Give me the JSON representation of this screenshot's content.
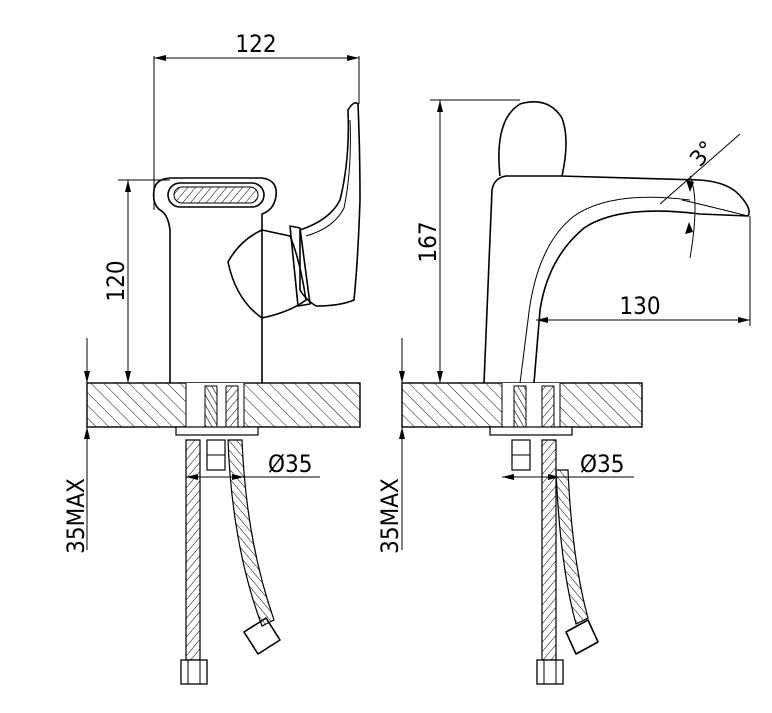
{
  "drawing": {
    "front_view": {
      "width_label": "122",
      "height_label": "120",
      "diameter_label": "Ø35",
      "max_thickness_label": "35MAX"
    },
    "side_view": {
      "height_label": "167",
      "reach_label": "130",
      "angle_label": "3°",
      "diameter_label": "Ø35",
      "max_thickness_label": "35MAX"
    }
  }
}
